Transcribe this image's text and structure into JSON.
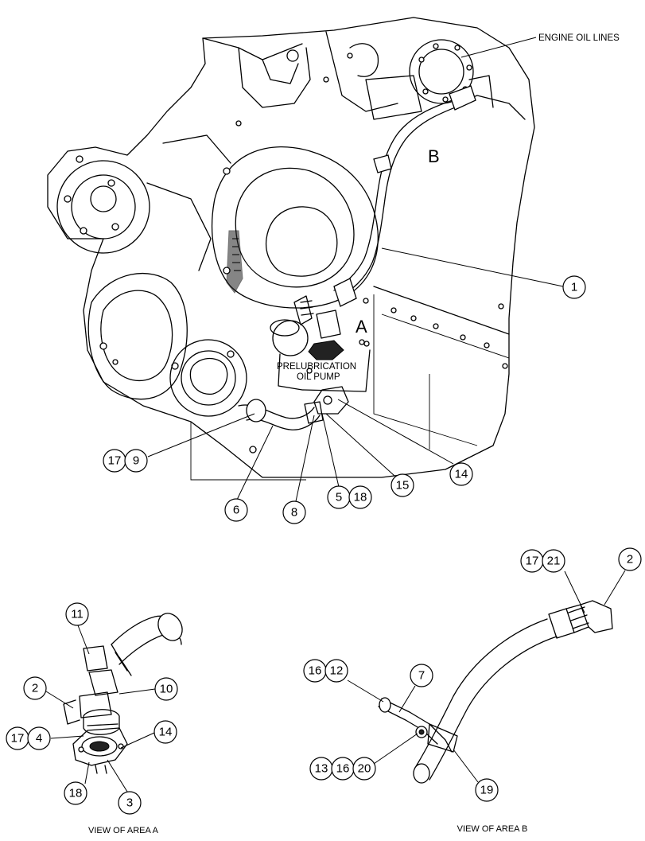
{
  "labels": {
    "engine_oil_lines": "ENGINE OIL LINES",
    "area_a_letter": "A",
    "area_b_letter": "B",
    "prelub_line1": "PRELUBRICATION",
    "prelub_line2": "OIL PUMP",
    "view_a": "VIEW OF AREA  A",
    "view_b": "VIEW OF AREA  B"
  },
  "callouts": {
    "c1": "1",
    "c17a": "17",
    "c9": "9",
    "c6": "6",
    "c8": "8",
    "c5": "5",
    "c18a": "18",
    "c15": "15",
    "c14a": "14",
    "c11": "11",
    "c2a": "2",
    "c10": "10",
    "c17b": "17",
    "c4": "4",
    "c14b": "14",
    "c18b": "18",
    "c3": "3",
    "c17c": "17",
    "c21": "21",
    "c2b": "2",
    "c16a": "16",
    "c12": "12",
    "c7": "7",
    "c13": "13",
    "c16b": "16",
    "c20": "20",
    "c19": "19"
  }
}
